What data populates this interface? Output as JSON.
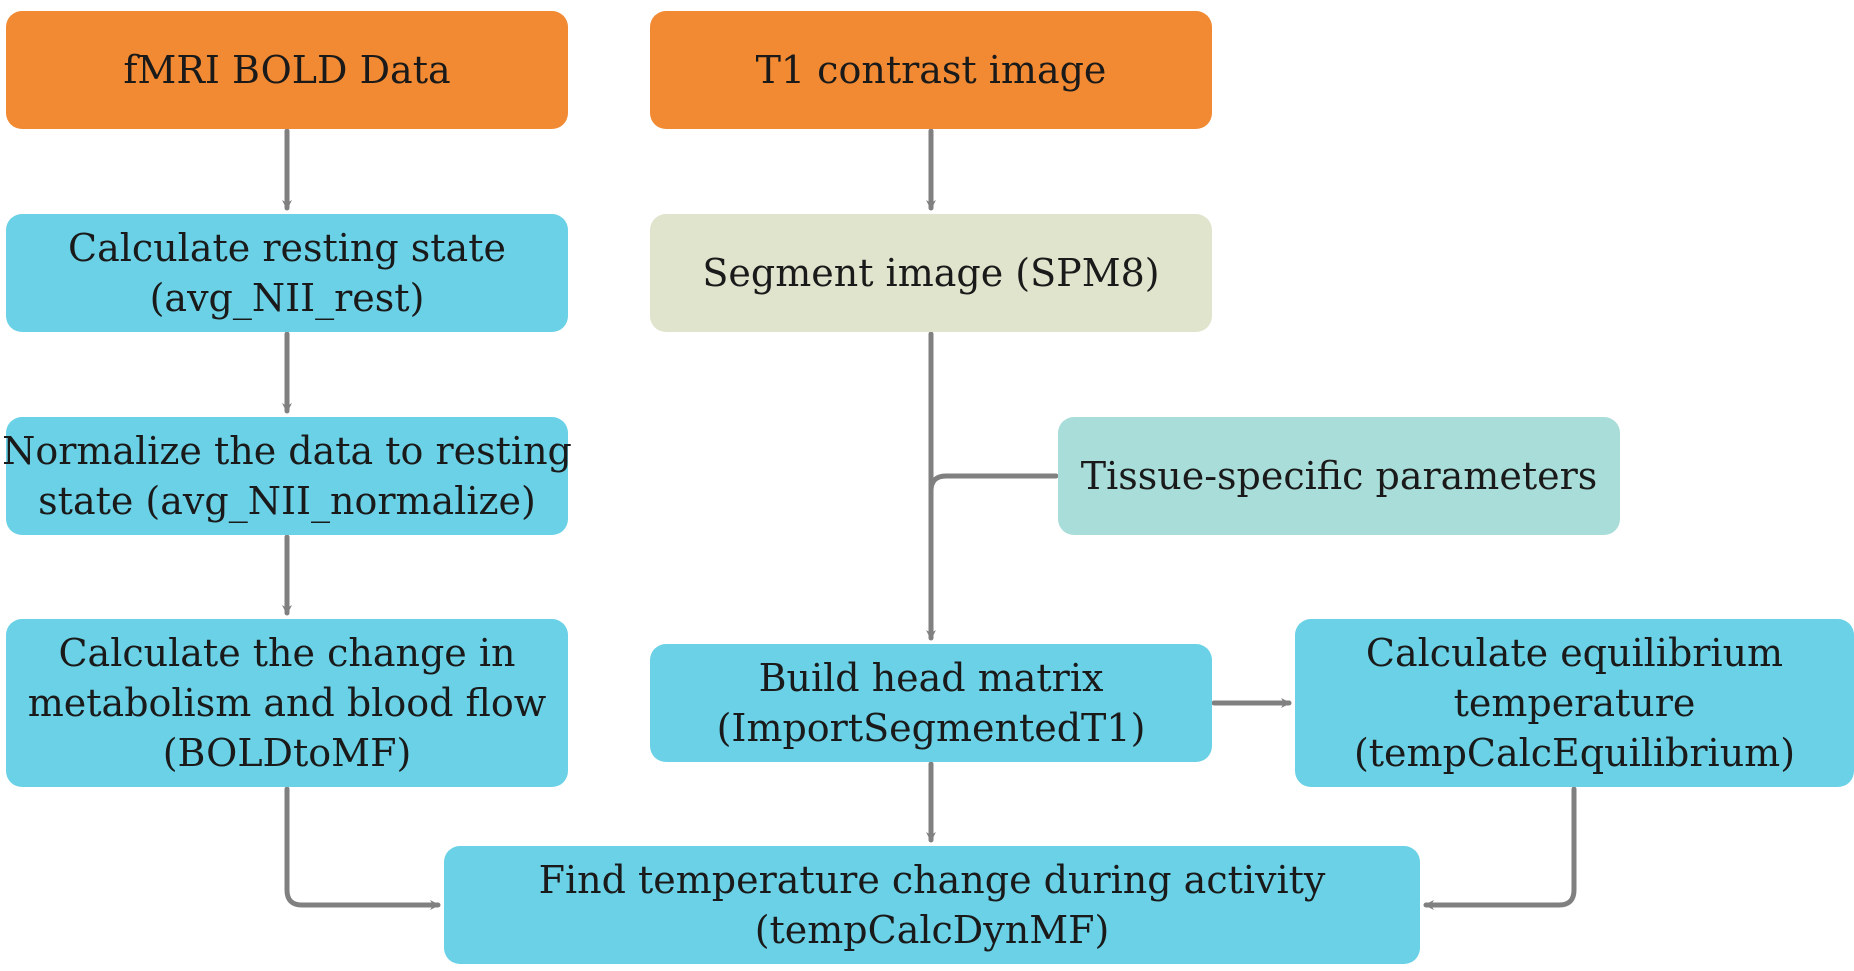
{
  "nodes": {
    "fmri": {
      "lines": [
        "fMRI BOLD Data"
      ]
    },
    "t1": {
      "lines": [
        "T1 contrast image"
      ]
    },
    "rest": {
      "lines": [
        "Calculate resting state",
        "(avg_NII_rest)"
      ]
    },
    "segment": {
      "lines": [
        "Segment image (SPM8)"
      ]
    },
    "norm": {
      "lines": [
        "Normalize the data to resting",
        "state (avg_NII_normalize)"
      ]
    },
    "tissue": {
      "lines": [
        "Tissue-specific parameters"
      ]
    },
    "change": {
      "lines": [
        "Calculate the change in",
        "metabolism and blood flow",
        "(BOLDtoMF)"
      ]
    },
    "head": {
      "lines": [
        "Build head matrix",
        "(ImportSegmentedT1)"
      ]
    },
    "equil": {
      "lines": [
        "Calculate equilibrium",
        "temperature",
        "(tempCalcEquilibrium)"
      ]
    },
    "find": {
      "lines": [
        "Find temperature change during activity",
        "(tempCalcDynMF)"
      ]
    }
  },
  "edges": [
    {
      "from": "fMRI BOLD Data",
      "to": "Calculate resting state"
    },
    {
      "from": "Calculate resting state",
      "to": "Normalize the data to resting state"
    },
    {
      "from": "Normalize the data to resting state",
      "to": "Calculate the change in metabolism and blood flow"
    },
    {
      "from": "Calculate the change in metabolism and blood flow",
      "to": "Find temperature change during activity"
    },
    {
      "from": "T1 contrast image",
      "to": "Segment image (SPM8)"
    },
    {
      "from": "Segment image (SPM8)",
      "to": "Build head matrix"
    },
    {
      "from": "Tissue-specific parameters",
      "to": "Build head matrix"
    },
    {
      "from": "Build head matrix",
      "to": "Calculate equilibrium temperature"
    },
    {
      "from": "Build head matrix",
      "to": "Find temperature change during activity"
    },
    {
      "from": "Calculate equilibrium temperature",
      "to": "Find temperature change during activity"
    }
  ],
  "colors": {
    "input": "#f28a33",
    "process": "#6ad1e6",
    "segment": "#e1e4cd",
    "parameters": "#a9ddd9",
    "arrow": "#808080"
  }
}
